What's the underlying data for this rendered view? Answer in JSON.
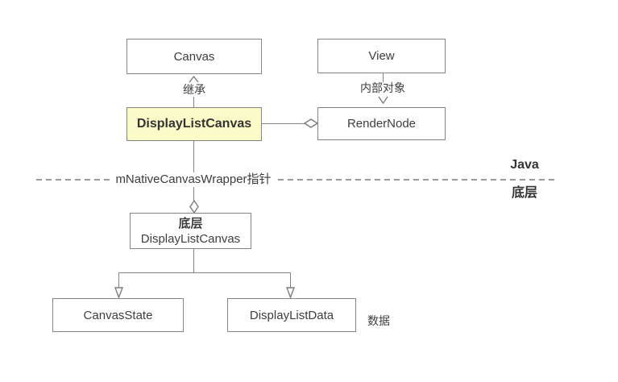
{
  "diagram": {
    "nodes": {
      "canvas": {
        "label": "Canvas"
      },
      "view": {
        "label": "View"
      },
      "display_list_canvas": {
        "label": "DisplayListCanvas"
      },
      "render_node": {
        "label": "RenderNode"
      },
      "native_display_list_canvas": {
        "label_line1": "底层",
        "label_line2": "DisplayListCanvas"
      },
      "canvas_state": {
        "label": "CanvasState"
      },
      "display_list_data": {
        "label": "DisplayListData"
      }
    },
    "edge_labels": {
      "inherit": "继承",
      "internal_object": "内部对象",
      "native_pointer": "mNativeCanvasWrapper指针",
      "data": "数据"
    },
    "layer_labels": {
      "java": "Java",
      "native": "底层"
    },
    "colors": {
      "highlight_node_fill": "#fbfbca",
      "node_border": "#848484",
      "connector": "#848484",
      "divider": "#9a9a9a",
      "text": "#3d3d3d"
    }
  }
}
